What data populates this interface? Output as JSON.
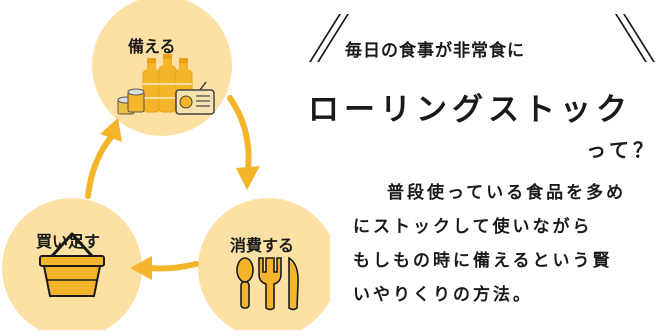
{
  "cycle": {
    "step_prepare": "備える",
    "step_consume": "消費する",
    "step_buy": "買い足す"
  },
  "headline": {
    "kicker": "毎日の食事が非常食に",
    "title": "ローリングストック",
    "title_suffix": "って？"
  },
  "body": {
    "line1": "普段使っている食品を多め",
    "line2": "にストックして使いながら",
    "line3": "もしもの時に備えるという賢",
    "line4": "いやりくりの方法。"
  },
  "colors": {
    "circle_fill": "#fde1a4",
    "accent": "#f5b52a",
    "accent_dark": "#e8a218",
    "text": "#1a1a1a"
  },
  "icons": [
    "water-bottles-cans-radio-icon",
    "cutlery-icon",
    "shopping-basket-icon"
  ]
}
